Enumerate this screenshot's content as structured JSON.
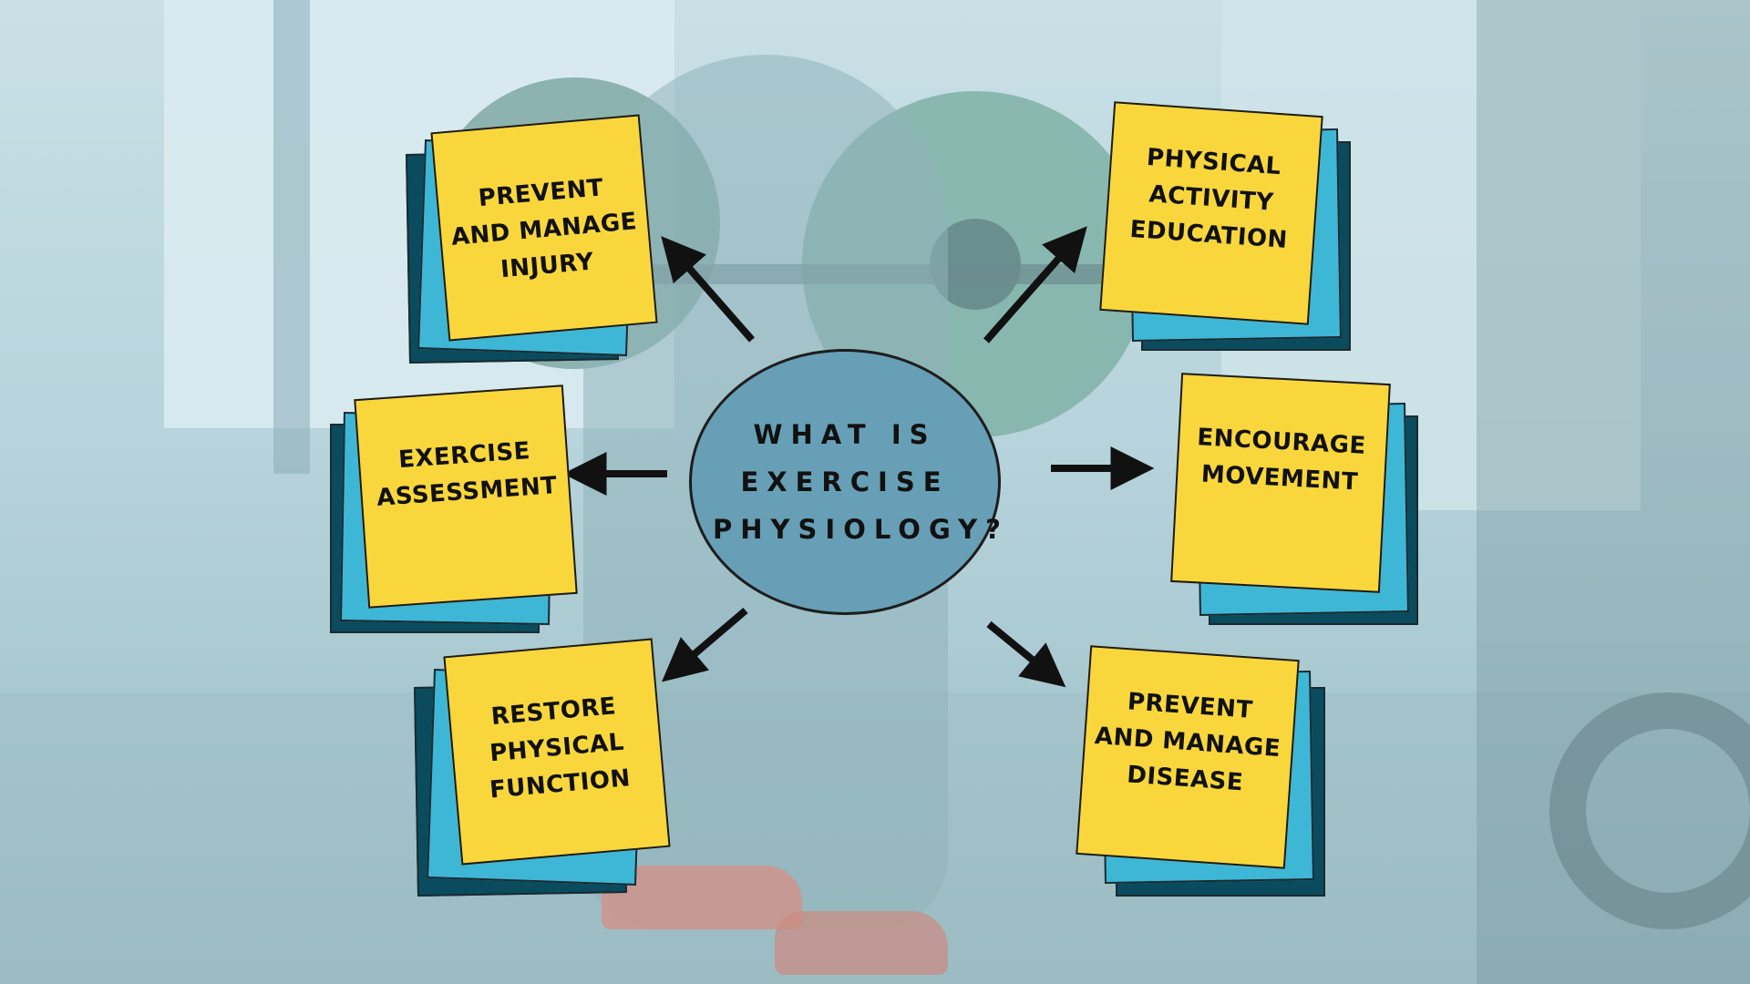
{
  "center": {
    "title": "WHAT IS\nEXERCISE\nPHYSIOLOGY?"
  },
  "notes": [
    {
      "id": "top-left",
      "label": "PREVENT AND MANAGE INJURY"
    },
    {
      "id": "top-right",
      "label": "PHYSICAL ACTIVITY EDUCATION"
    },
    {
      "id": "mid-left",
      "label": "EXERCISE ASSESSMENT"
    },
    {
      "id": "mid-right",
      "label": "ENCOURAGE MOVEMENT"
    },
    {
      "id": "bottom-left",
      "label": "RESTORE PHYSICAL FUNCTION"
    },
    {
      "id": "bottom-right",
      "label": "PREVENT AND MANAGE DISEASE"
    }
  ],
  "colors": {
    "center_fill": "#679fb6",
    "note_yellow": "#f9d73c",
    "note_cyan": "#3eb7d6",
    "note_dark": "#0b4b5e",
    "arrow": "#111111"
  }
}
